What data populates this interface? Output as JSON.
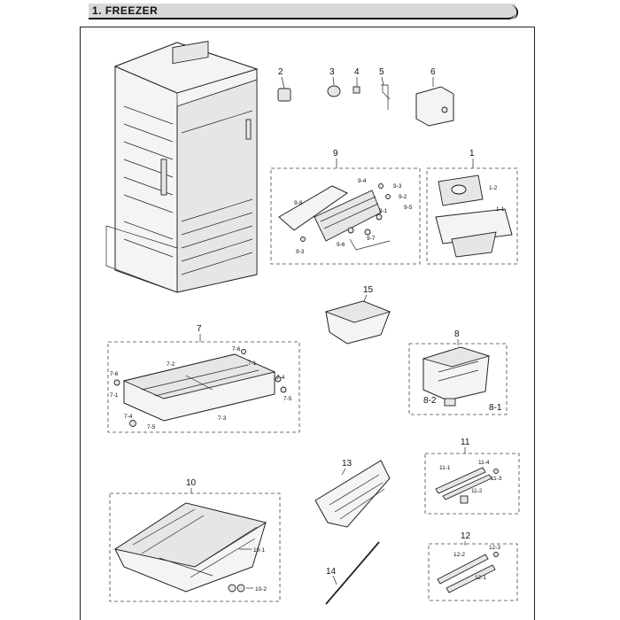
{
  "header": {
    "title": "1. FREEZER"
  },
  "labels": {
    "p1": "1",
    "p1_1": "1-1",
    "p1_2": "1-2",
    "p2": "2",
    "p3": "3",
    "p4": "4",
    "p5": "5",
    "p6": "6",
    "p7": "7",
    "p7_1a": "7-1",
    "p7_1b": "7-1",
    "p7_2": "7-2",
    "p7_3": "7-3",
    "p7_4a": "7-4",
    "p7_4b": "7-4",
    "p7_5a": "7-5",
    "p7_5b": "7-5",
    "p7_6a": "7-6",
    "p7_6b": "7-6",
    "p8": "8",
    "p8_1": "8-1",
    "p8_2": "8-2",
    "p9": "9",
    "p9_1": "9-1",
    "p9_2": "9-2",
    "p9_3a": "9-3",
    "p9_3b": "9-3",
    "p9_4": "9-4",
    "p9_5": "9-5",
    "p9_6": "9-6",
    "p9_7": "9-7",
    "p9_8": "9-8",
    "p10": "10",
    "p10_1": "10-1",
    "p10_2": "10-2",
    "p11": "11",
    "p11_1": "11-1",
    "p11_2": "11-2",
    "p11_3": "11-3",
    "p11_4": "11-4",
    "p12": "12",
    "p12_1": "12-1",
    "p12_2": "12-2",
    "p12_3": "12-3",
    "p13": "13",
    "p14": "14",
    "p15": "15"
  }
}
